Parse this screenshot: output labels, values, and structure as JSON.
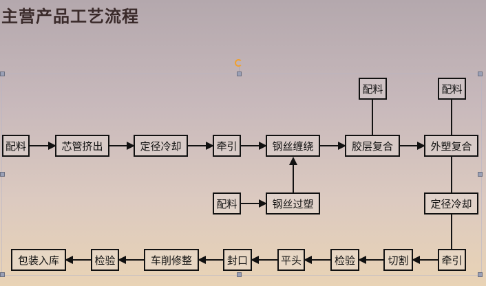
{
  "title": "主营产品工艺流程",
  "nodes": {
    "n1": "配料",
    "n2": "芯管挤出",
    "n3": "定径冷却",
    "n4": "牵引",
    "n5": "钢丝缠绕",
    "n6": "胶层复合",
    "n7": "外塑复合",
    "n8": "配料",
    "n9": "配料",
    "n10": "配料",
    "n11": "钢丝过塑",
    "n12": "定径冷却",
    "n13": "包装入库",
    "n14": "检验",
    "n15": "车削修整",
    "n16": "封口",
    "n17": "平头",
    "n18": "检验",
    "n19": "切割",
    "n20": "牵引"
  }
}
